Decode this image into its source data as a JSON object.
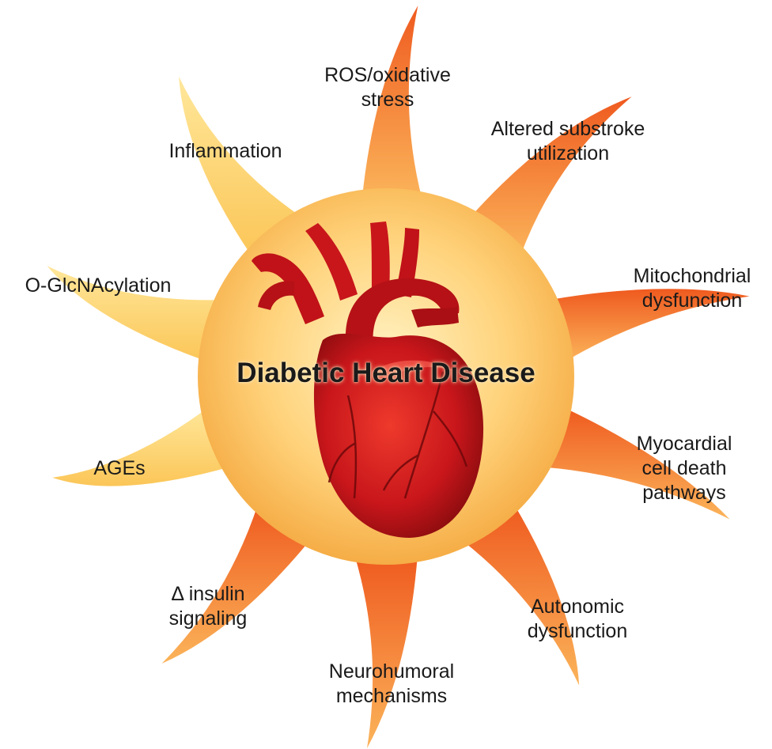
{
  "title": "Diabetic Heart Disease",
  "factors": [
    {
      "id": "ros",
      "text": "ROS/oxidative\nstress"
    },
    {
      "id": "substrate",
      "text": "Altered substroke\nutilization"
    },
    {
      "id": "mito",
      "text": "Mitochondrial\ndysfunction"
    },
    {
      "id": "celldeath",
      "text": "Myocardial\ncell death\npathways"
    },
    {
      "id": "autonomic",
      "text": "Autonomic\ndysfunction"
    },
    {
      "id": "neuro",
      "text": "Neurohumoral\nmechanisms"
    },
    {
      "id": "insulin",
      "text": "Δ insulin\nsignaling"
    },
    {
      "id": "ages",
      "text": "AGEs"
    },
    {
      "id": "oglc",
      "text": "O-GlcNAcylation"
    },
    {
      "id": "inflam",
      "text": "Inflammation"
    }
  ],
  "colors": {
    "sun_light": "#ffe08a",
    "sun_dark": "#f6a93b",
    "ray_yellow": "#fdd66a",
    "ray_orange": "#f58a2f",
    "ray_red": "#e9541f",
    "heart": "#c8161b",
    "heart_dark": "#8a0b0e"
  },
  "icons": [
    "sun-diagram",
    "heart-illustration"
  ]
}
